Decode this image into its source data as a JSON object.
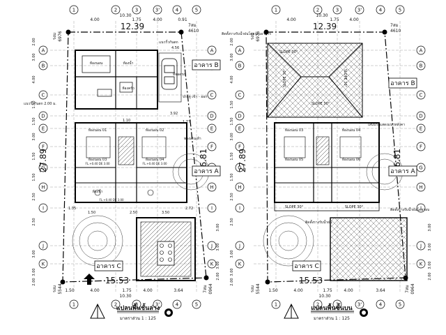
{
  "sheet": {
    "grid_columns": [
      "1",
      "2",
      "3",
      "3'",
      "4",
      "5"
    ],
    "grid_rows": [
      "A",
      "B",
      "C",
      "D",
      "E",
      "F",
      "G",
      "H",
      "I",
      "J",
      "K"
    ],
    "left_row_dims": [
      "2.00",
      "3.00",
      "4.00",
      "1.50",
      "1.50",
      "3.00",
      "1.50",
      "1.50",
      "2.50",
      "2.50",
      "3.00",
      "3.00",
      "2.00"
    ],
    "right_row_dims": [
      "3.00",
      "3.00",
      "3.00",
      "2.00"
    ],
    "bottom_col_dims": [
      "1.50",
      "4.00",
      "1.75",
      "4.00",
      "3.64"
    ],
    "bottom_col_overall": "10.30"
  },
  "ground_plan": {
    "top_dims": [
      "4.00",
      "10.30",
      "1.75",
      "4.00",
      "0.91"
    ],
    "boundary_top": "12.39",
    "boundary_left": "27.89",
    "boundary_right": "26.81",
    "boundary_bottom": "15.53",
    "corner_nw": [
      "รงม",
      "6976"
    ],
    "corner_ne": [
      "7สม",
      "4610"
    ],
    "corner_sw": [
      "รงม",
      "5544"
    ],
    "corner_se": [
      "7สม",
      "0964"
    ],
    "building_b": "อาคาร B",
    "building_a": "อาคาร A",
    "building_c": "อาคาร C",
    "rooms_b": [
      "ห้องนอน",
      "ห้องน้ำ",
      "ห้องครัว"
    ],
    "rooms_a": [
      "ห้องนอน 01",
      "ห้องนอน 02",
      "ห้องนอน 03",
      "ห้องนอน 04"
    ],
    "level_labels": [
      "FL.+0.40 DE 3.00",
      "FL.+0.40 DE 3.00",
      "FL.+0.40 DE 3.00"
    ],
    "notes": [
      "แนวรั้วกันตก",
      "แนวรั้วกันตก 2.00 ม.",
      "ทางเดินเท้า",
      "ประตู เข้า - ออก",
      "ห้องน้ำ",
      "ที่จอดรถ"
    ],
    "misc_dims": [
      "4.56",
      "3.92",
      "2.72",
      "1.35",
      "1.77",
      "1.10",
      "3.50",
      "2.50",
      "1.50"
    ],
    "caption": "แปลนพื้นชั้นล่าง",
    "scale": "มาตราส่วน    1 : 125"
  },
  "upper_plan": {
    "top_dims": [
      "4.00",
      "10.30",
      "1.75",
      "4.00"
    ],
    "boundary_top": "12.39",
    "boundary_left": "27.89",
    "boundary_right": "26.81",
    "boundary_bottom": "15.53",
    "corner_nw": [
      "รงม",
      "6976"
    ],
    "corner_ne": [
      "7สม",
      "4610"
    ],
    "corner_sw": [
      "รงม",
      "5544"
    ],
    "corner_se": [
      "7สม",
      "0964"
    ],
    "building_b": "อาคาร B",
    "building_a": "อาคาร A",
    "building_c": "อาคาร C",
    "slopes": [
      "SLOPE 30°",
      "SLOPE 30°",
      "SLOPE 30°",
      "SLOPE 30°",
      "SLOPE 30°",
      "SLOPE 30°"
    ],
    "rooms_a": [
      "ห้องนอน 03",
      "ห้องนอน 04",
      "ห้องนอน 05",
      "ห้องนอน 06"
    ],
    "notes": [
      "ติดตั้งรางรับน้ำฝนโดยรอบอาคาร",
      "เส้นประแสดงแนวหลังคา",
      "ติดตั้งรางรับน้ำฝน",
      "ติดตั้งรางรับน้ำฝนโดยรอบ"
    ],
    "caption": "แปลนพื้นชั้นบน",
    "scale": "มาตราส่วน    1 : 125"
  }
}
